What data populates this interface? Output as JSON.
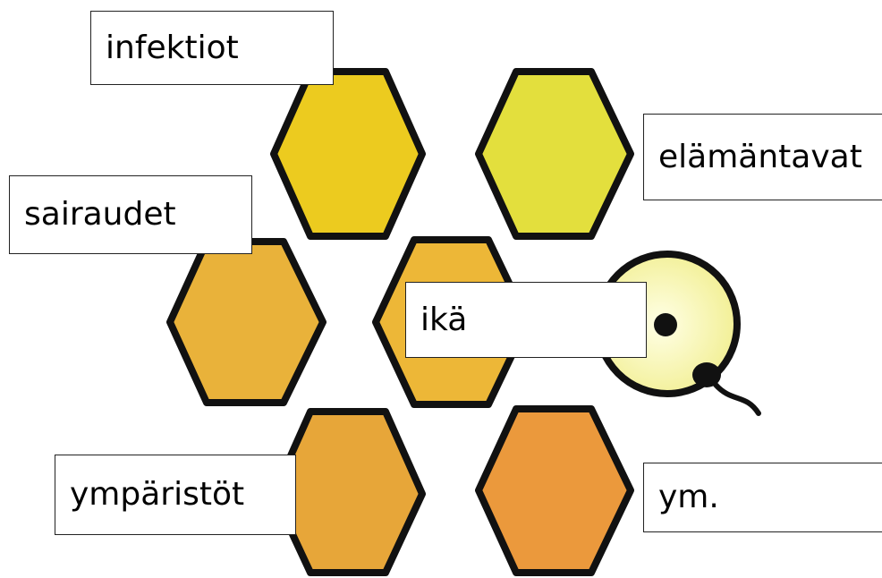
{
  "labels": {
    "infektiot": "infektiot",
    "elamantavat": "elämäntavat",
    "sairaudet": "sairaudet",
    "ika": "ikä",
    "ymparistot": "ympäristöt",
    "ym": "ym."
  },
  "colors": {
    "hex_infektiot": "#ECCB1F",
    "hex_elamantavat": "#E3DF3D",
    "hex_sairaudet": "#E9B23A",
    "hex_ika": "#EDB737",
    "hex_ymparistot": "#E7A639",
    "hex_ym": "#EB993C",
    "outline": "#111111",
    "egg_fill": "#F1EE8E",
    "egg_center": "#FFFFE6"
  },
  "icons": [
    "hexagon-icon",
    "egg-cell-icon",
    "sperm-cell-icon"
  ]
}
